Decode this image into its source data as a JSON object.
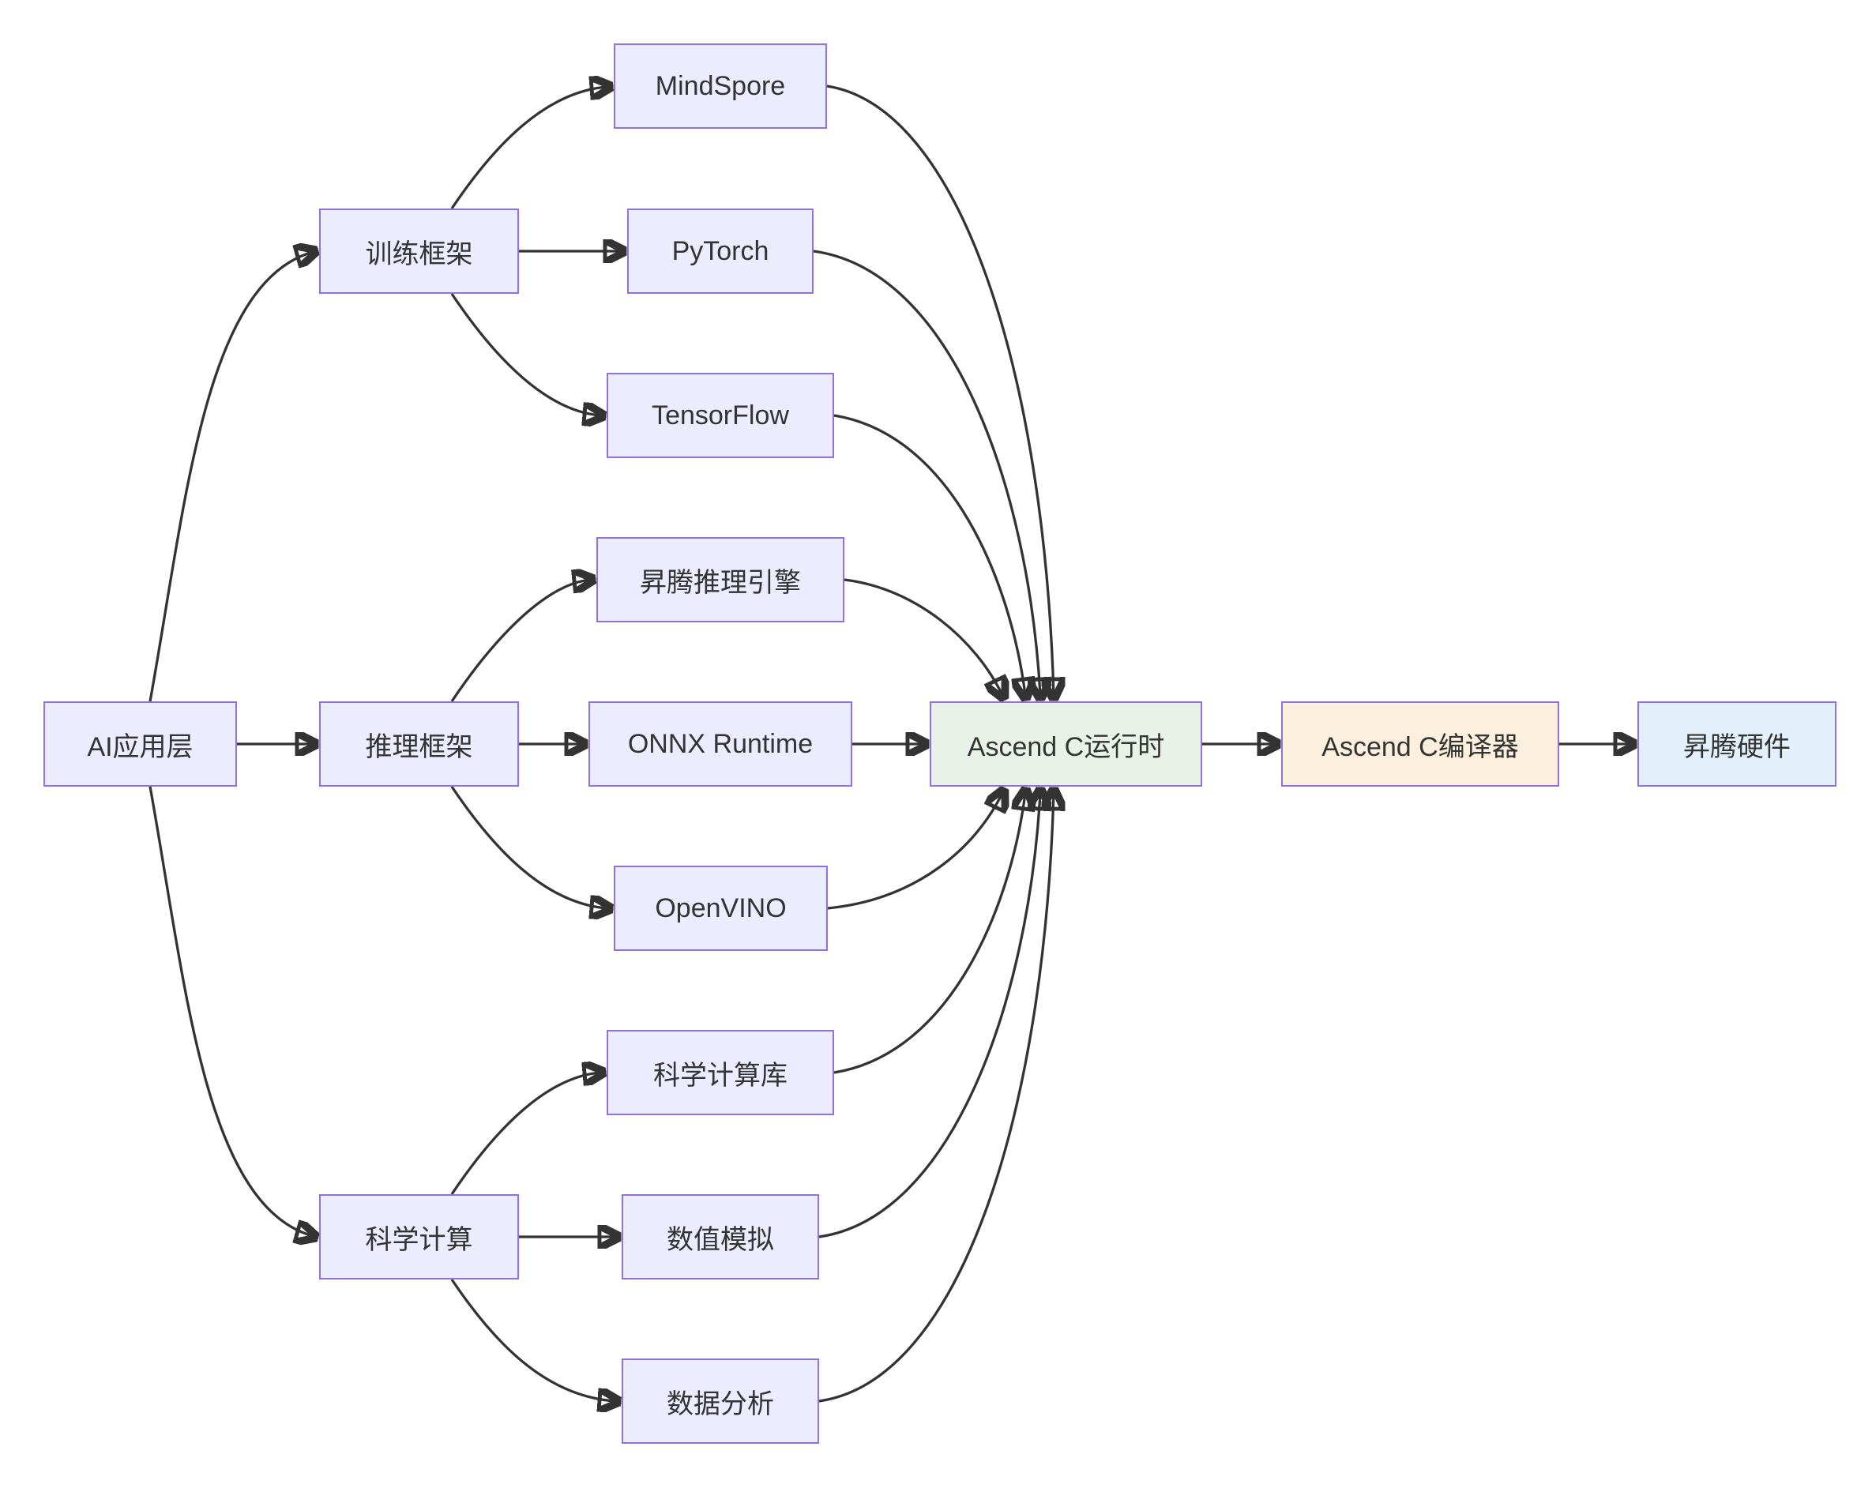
{
  "diagram": {
    "type": "flowchart-LR",
    "nodes": {
      "ai_app": {
        "label": "AI应用层",
        "fill": "#ECECFF"
      },
      "train_fw": {
        "label": "训练框架",
        "fill": "#ECECFF"
      },
      "infer_fw": {
        "label": "推理框架",
        "fill": "#ECECFF"
      },
      "sci_comp": {
        "label": "科学计算",
        "fill": "#ECECFF"
      },
      "mindspore": {
        "label": "MindSpore",
        "fill": "#ECECFF"
      },
      "pytorch": {
        "label": "PyTorch",
        "fill": "#ECECFF"
      },
      "tensorflow": {
        "label": "TensorFlow",
        "fill": "#ECECFF"
      },
      "ascend_infer": {
        "label": "昇腾推理引擎",
        "fill": "#ECECFF"
      },
      "onnx": {
        "label": "ONNX Runtime",
        "fill": "#ECECFF"
      },
      "openvino": {
        "label": "OpenVINO",
        "fill": "#ECECFF"
      },
      "sci_lib": {
        "label": "科学计算库",
        "fill": "#ECECFF"
      },
      "num_sim": {
        "label": "数值模拟",
        "fill": "#ECECFF"
      },
      "data_analysis": {
        "label": "数据分析",
        "fill": "#ECECFF"
      },
      "runtime": {
        "label": "Ascend C运行时",
        "fill": "#E8F2E8"
      },
      "compiler": {
        "label": "Ascend C编译器",
        "fill": "#FBF0DE"
      },
      "hardware": {
        "label": "昇腾硬件",
        "fill": "#E1F0FA"
      }
    },
    "edges": [
      {
        "from": "AI应用层",
        "to": "训练框架"
      },
      {
        "from": "AI应用层",
        "to": "推理框架"
      },
      {
        "from": "AI应用层",
        "to": "科学计算"
      },
      {
        "from": "训练框架",
        "to": "MindSpore"
      },
      {
        "from": "训练框架",
        "to": "PyTorch"
      },
      {
        "from": "训练框架",
        "to": "TensorFlow"
      },
      {
        "from": "推理框架",
        "to": "昇腾推理引擎"
      },
      {
        "from": "推理框架",
        "to": "ONNX Runtime"
      },
      {
        "from": "推理框架",
        "to": "OpenVINO"
      },
      {
        "from": "科学计算",
        "to": "科学计算库"
      },
      {
        "from": "科学计算",
        "to": "数值模拟"
      },
      {
        "from": "科学计算",
        "to": "数据分析"
      },
      {
        "from": "MindSpore",
        "to": "Ascend C运行时"
      },
      {
        "from": "PyTorch",
        "to": "Ascend C运行时"
      },
      {
        "from": "TensorFlow",
        "to": "Ascend C运行时"
      },
      {
        "from": "昇腾推理引擎",
        "to": "Ascend C运行时"
      },
      {
        "from": "ONNX Runtime",
        "to": "Ascend C运行时"
      },
      {
        "from": "OpenVINO",
        "to": "Ascend C运行时"
      },
      {
        "from": "科学计算库",
        "to": "Ascend C运行时"
      },
      {
        "from": "数值模拟",
        "to": "Ascend C运行时"
      },
      {
        "from": "数据分析",
        "to": "Ascend C运行时"
      },
      {
        "from": "Ascend C运行时",
        "to": "Ascend C编译器"
      },
      {
        "from": "Ascend C编译器",
        "to": "昇腾硬件"
      }
    ],
    "colors": {
      "node_border": "#9370DB",
      "edge_stroke": "#333333",
      "node_text": "#333333",
      "default_fill": "#ECECFF",
      "runtime_fill": "#E8F2E8",
      "compiler_fill": "#FBF0DE",
      "hardware_fill": "#E1F0FA"
    }
  }
}
